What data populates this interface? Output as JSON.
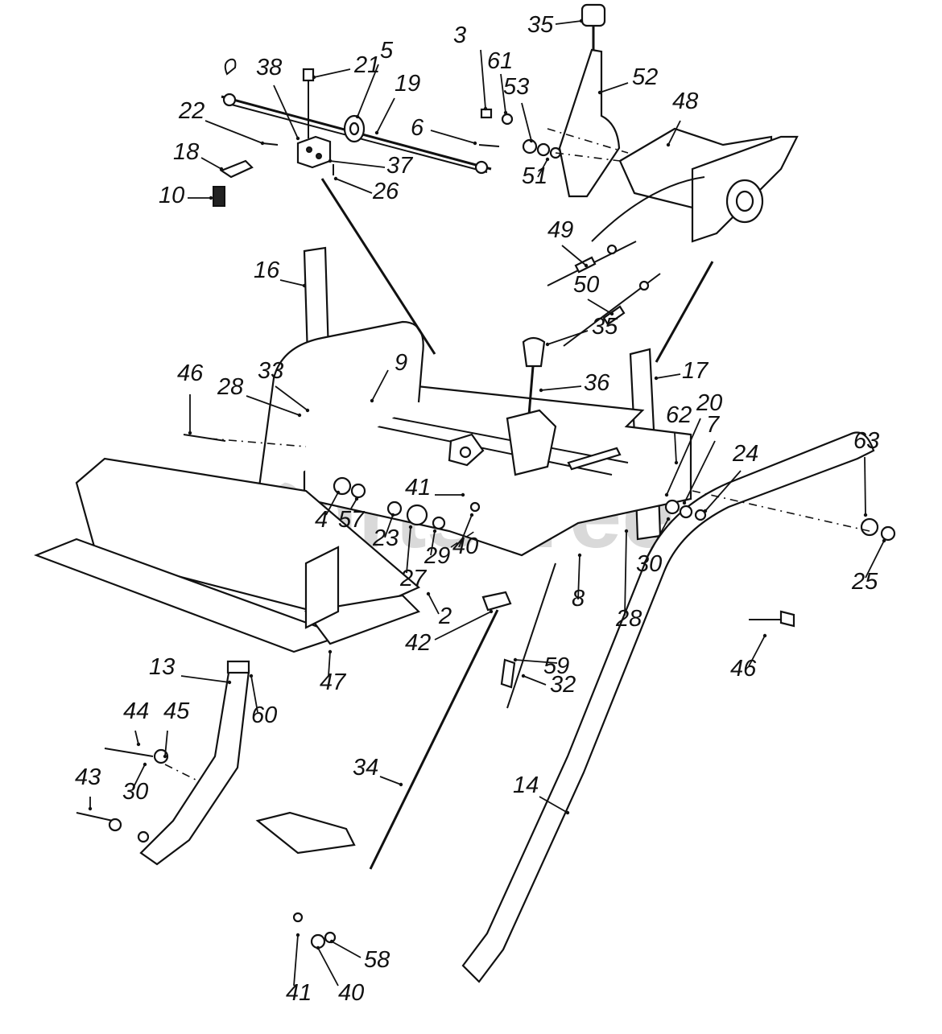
{
  "watermark": "PartsTree",
  "callouts": [
    "35",
    "3",
    "61",
    "53",
    "52",
    "48",
    "21",
    "5",
    "38",
    "19",
    "6",
    "22",
    "18",
    "37",
    "26",
    "10",
    "51",
    "49",
    "50",
    "16",
    "35",
    "17",
    "36",
    "9",
    "33",
    "28",
    "46",
    "62",
    "20",
    "7",
    "24",
    "63",
    "41",
    "40",
    "57",
    "4",
    "23",
    "27",
    "29",
    "8",
    "28",
    "30",
    "25",
    "2",
    "42",
    "46",
    "13",
    "60",
    "47",
    "59",
    "32",
    "44",
    "45",
    "43",
    "30",
    "34",
    "14",
    "41",
    "40",
    "58"
  ]
}
